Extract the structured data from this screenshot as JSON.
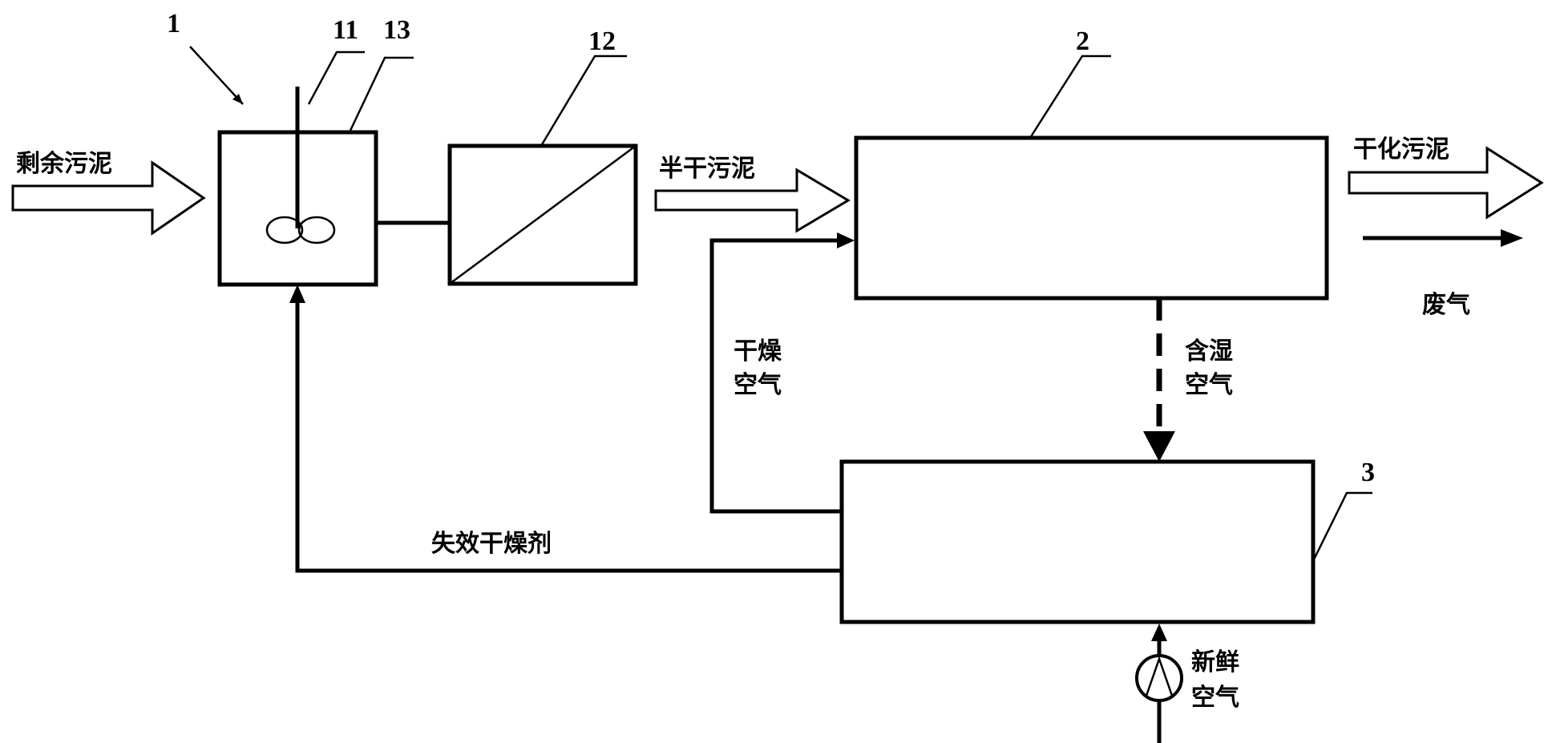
{
  "labels": {
    "input_sludge": "剩余污泥",
    "semi_dry_sludge": "半干污泥",
    "dried_sludge": "干化污泥",
    "exhaust_gas": "废气",
    "dry_air_line1": "干燥",
    "dry_air_line2": "空气",
    "humid_air_line1": "含湿",
    "humid_air_line2": "空气",
    "spent_desiccant": "失效干燥剂",
    "fresh_air_line1": "新鲜",
    "fresh_air_line2": "空气"
  },
  "components": {
    "mixing_tank": "1",
    "stirrer": "11",
    "dewatering_unit": "12",
    "tank_wall": "13",
    "dryer": "2",
    "desiccant_unit": "3"
  },
  "colors": {
    "stroke": "#000000",
    "background": "#ffffff"
  }
}
